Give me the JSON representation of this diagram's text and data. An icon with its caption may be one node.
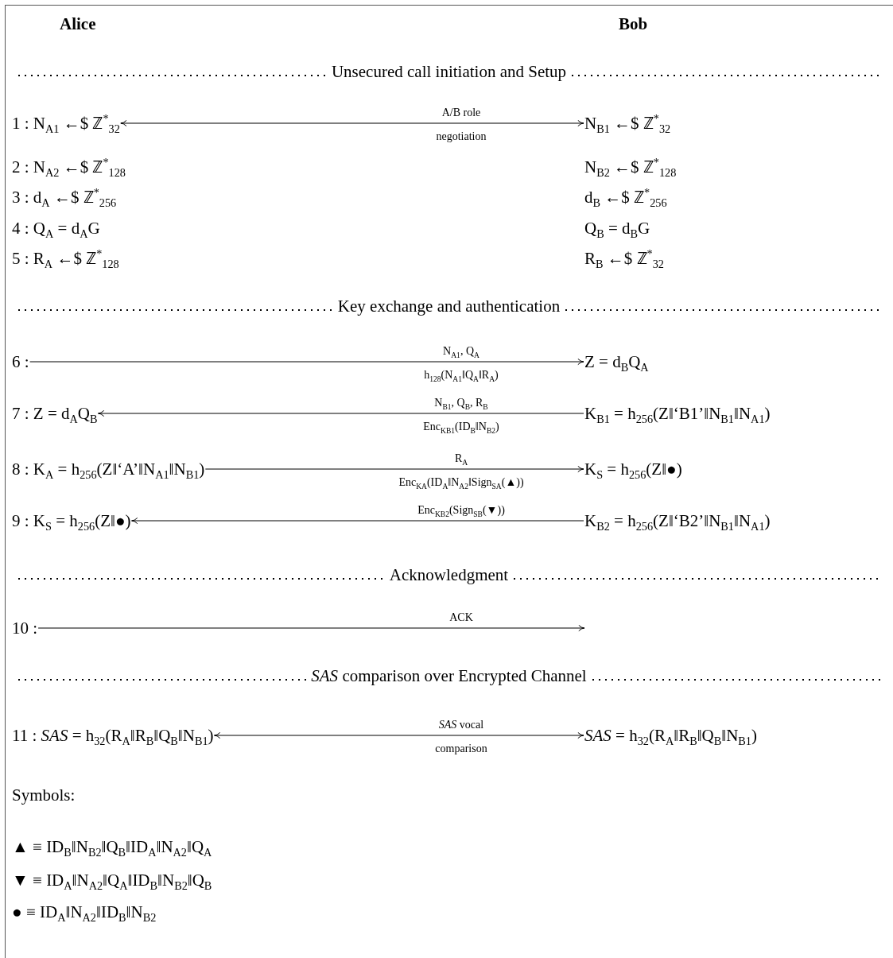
{
  "diagram": {
    "nodes": [
      {
        "text": [
          "1 : N$_{A1}$ ←$ ℤ$^{*}$$_{32}$"
        ]
      },
      {
        "text": [
          "N$_{B1}$ ←$ ℤ$^{*}$$_{32}$"
        ]
      },
      {
        "text": [
          "6 :"
        ]
      },
      {
        "text": [
          "Z = d$_{B}$Q$_{A}$"
        ]
      },
      {
        "text": [
          "7 : Z = d$_{A}$Q$_{B}$"
        ]
      },
      {
        "text": [
          "K$_{B1}$ = h$_{256}$(Z‖‘B1’‖N$_{B1}$‖N$_{A1}$)"
        ]
      },
      {
        "text": [
          "8 : K$_{A}$ = h$_{256}$(Z‖‘A’‖N$_{A1}$‖N$_{B1}$)"
        ]
      },
      {
        "text": [
          "K$_{S}$ = h$_{256}$(Z‖●)"
        ]
      },
      {
        "text": [
          "9 : K$_{S}$ = h$_{256}$(Z‖●)"
        ]
      },
      {
        "text": [
          "K$_{B2}$ = h$_{256}$(Z‖‘B2’‖N$_{B1}$‖N$_{A1}$)"
        ]
      },
      {
        "text": [
          "10 :"
        ]
      },
      {
        "text": [
          "11 : *SAS* = h$_{32}$(R$_{A}$‖R$_{B}$‖Q$_{B}$‖N$_{B1}$)"
        ]
      },
      {
        "text": [
          "*SAS* = h$_{32}$(R$_{A}$‖R$_{B}$‖Q$_{B}$‖N$_{B1}$)"
        ]
      }
    ],
    "edges": [
      {
        "from": 0,
        "to": 1,
        "arrow": "both",
        "label": "A/B role"
      },
      {
        "from": 2,
        "to": 3,
        "arrow": "to",
        "label": "N$_{A1}$, Q$_{A}$"
      },
      {
        "from": 5,
        "to": 4,
        "arrow": "to",
        "label": "N$_{B1}$, Q$_{B}$, R$_{B}$"
      },
      {
        "from": 6,
        "to": 7,
        "arrow": "to",
        "label": "R$_{A}$"
      },
      {
        "from": 9,
        "to": 8,
        "arrow": "to",
        "label": "Enc$_{K}$$_{B2}$(Sign$_{S}$$_{B}$(▼))"
      },
      {
        "from": 10,
        "to": null,
        "arrow": "to",
        "label": "ACK"
      },
      {
        "from": 11,
        "to": 12,
        "arrow": "both",
        "label": "*SAS* vocal"
      }
    ],
    "labels": [
      "Alice",
      "Bob",
      "Unsecured call initiation and Setup",
      "negotiation",
      "2 : N$_{A2}$ ←$ ℤ$^{*}$$_{128}$",
      "N$_{B2}$ ←$ ℤ$^{*}$$_{128}$",
      "3 : d$_{A}$ ←$ ℤ$^{*}$$_{256}$",
      "d$_{B}$ ←$ ℤ$^{*}$$_{256}$",
      "4 : Q$_{A}$ = d$_{A}$G",
      "Q$_{B}$ = d$_{B}$G",
      "5 : R$_{A}$ ←$ ℤ$^{*}$$_{128}$",
      "R$_{B}$ ←$ ℤ$^{*}$$_{32}$",
      "Key exchange and authentication",
      "h$_{128}$(N$_{A1}$‖Q$_{A}$‖R$_{A}$)",
      "Enc$_{K}$$_{B1}$(ID$_{B}$‖N$_{B2}$)",
      "Enc$_{K}$$_{A}$(ID$_{A}$‖N$_{A2}$‖Sign$_{S}$$_{A}$(▲))",
      "Acknowledgment",
      "*SAS* comparison over Encrypted Channel",
      "comparison",
      "Symbols:",
      "▲ ≡ ID$_{B}$‖N$_{B2}$‖Q$_{B}$‖ID$_{A}$‖N$_{A2}$‖Q$_{A}$",
      "▼ ≡ ID$_{A}$‖N$_{A2}$‖Q$_{A}$‖ID$_{B}$‖N$_{B2}$‖Q$_{B}$",
      "● ≡ ID$_{A}$‖N$_{A2}$‖ID$_{B}$‖N$_{B2}$"
    ]
  }
}
